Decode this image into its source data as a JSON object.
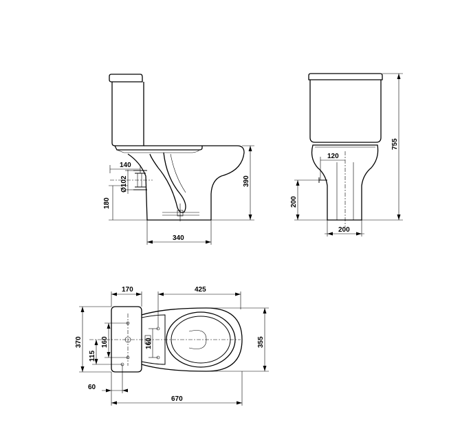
{
  "dimensions": {
    "side_view": {
      "offset_140": "140",
      "diameter_102": "Ø102",
      "height_180": "180",
      "height_390": "390",
      "length_340": "340"
    },
    "front_view": {
      "offset_120": "120",
      "height_200": "200",
      "height_755": "755",
      "width_200": "200"
    },
    "plan_view": {
      "width_170": "170",
      "length_425": "425",
      "depth_370": "370",
      "spacing_160_left": "160",
      "offset_115": "115",
      "spacing_160_center": "160",
      "width_355": "355",
      "offset_60": "60",
      "length_670": "670"
    }
  }
}
